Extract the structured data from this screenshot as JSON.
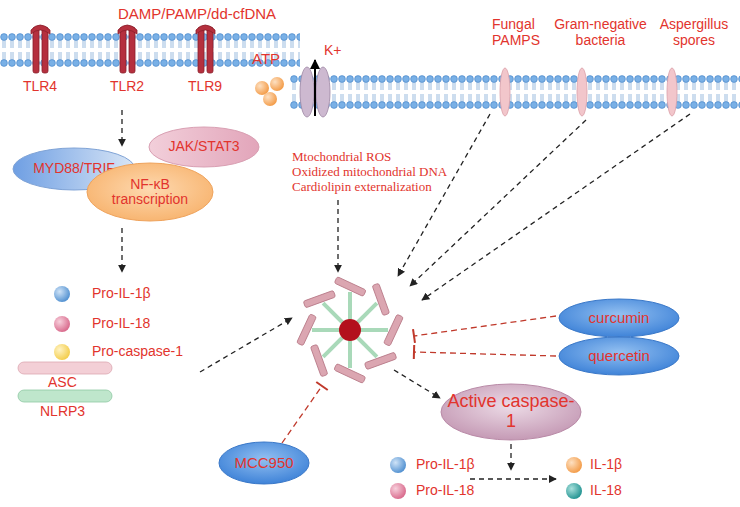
{
  "diagram": {
    "nodes": [
      {
        "text": [
          "MYD88/TRIF"
        ]
      },
      {
        "text": [
          "JAK/STAT3"
        ]
      },
      {
        "text": [
          "NF-κB transcription"
        ]
      },
      {
        "text": [
          "curcumin"
        ]
      },
      {
        "text": [
          "quercetin"
        ]
      },
      {
        "text": [
          "MCC950"
        ]
      },
      {
        "text": [
          "Active caspase-1"
        ]
      }
    ],
    "labels": [
      "DAMP/PAMP/dd-cfDNA",
      "TLR4",
      "TLR2",
      "TLR9",
      "ATP",
      "K+",
      "Fungal PAMPS",
      "Gram-negative bacteria",
      "Aspergillus spores",
      "Mtochondrial ROS",
      "Oxidized mitochondrial DNA",
      "Cardiolipin externalization",
      "Pro-IL-1β",
      "Pro-IL-18",
      "Pro-caspase-1",
      "ASC",
      "NLRP3",
      "Pro-IL-1β",
      "Pro-IL-18",
      "IL-1β",
      "IL-18"
    ]
  }
}
